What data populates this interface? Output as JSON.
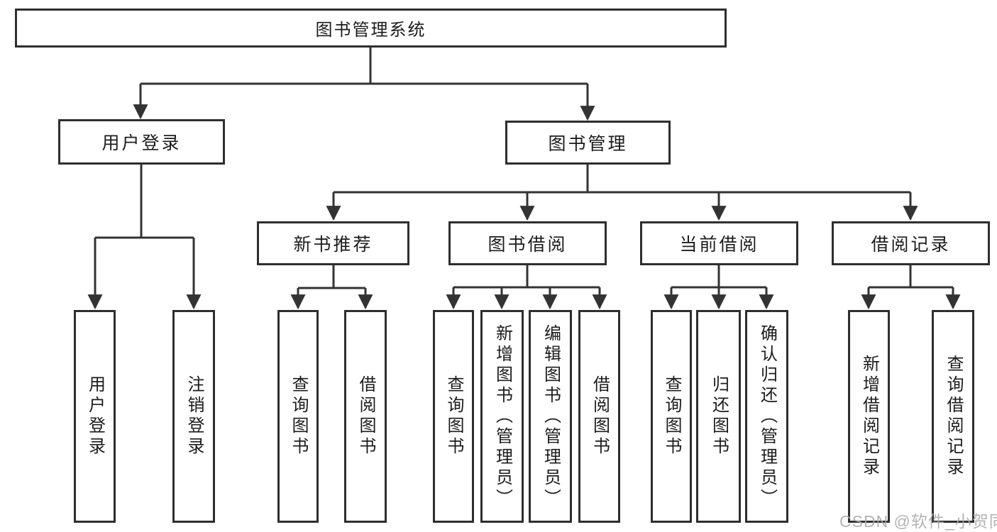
{
  "diagram_type": "hierarchy-tree",
  "colors": {
    "background": "#ffffff",
    "line": "#333333",
    "box_border": "#2e2e2e",
    "text": "#1c1c1c",
    "watermark": "#a8a8a8"
  },
  "tree": {
    "root": {
      "label": "图书管理系统",
      "children": [
        {
          "label": "用户登录",
          "children": [
            {
              "label": "用户登录"
            },
            {
              "label": "注销登录"
            }
          ]
        },
        {
          "label": "图书管理",
          "children": [
            {
              "label": "新书推荐",
              "children": [
                {
                  "label": "查询图书"
                },
                {
                  "label": "借阅图书"
                }
              ]
            },
            {
              "label": "图书借阅",
              "children": [
                {
                  "label": "查询图书"
                },
                {
                  "label": "新增图书（管理员）"
                },
                {
                  "label": "编辑图书（管理员）"
                },
                {
                  "label": "借阅图书"
                }
              ]
            },
            {
              "label": "当前借阅",
              "children": [
                {
                  "label": "查询图书"
                },
                {
                  "label": "归还图书"
                },
                {
                  "label": "确认归还（管理员）"
                }
              ]
            },
            {
              "label": "借阅记录",
              "children": [
                {
                  "label": "新增借阅记录"
                },
                {
                  "label": "查询借阅记录"
                }
              ]
            }
          ]
        }
      ]
    }
  },
  "watermark": "CSDN @软件_小贺同学"
}
